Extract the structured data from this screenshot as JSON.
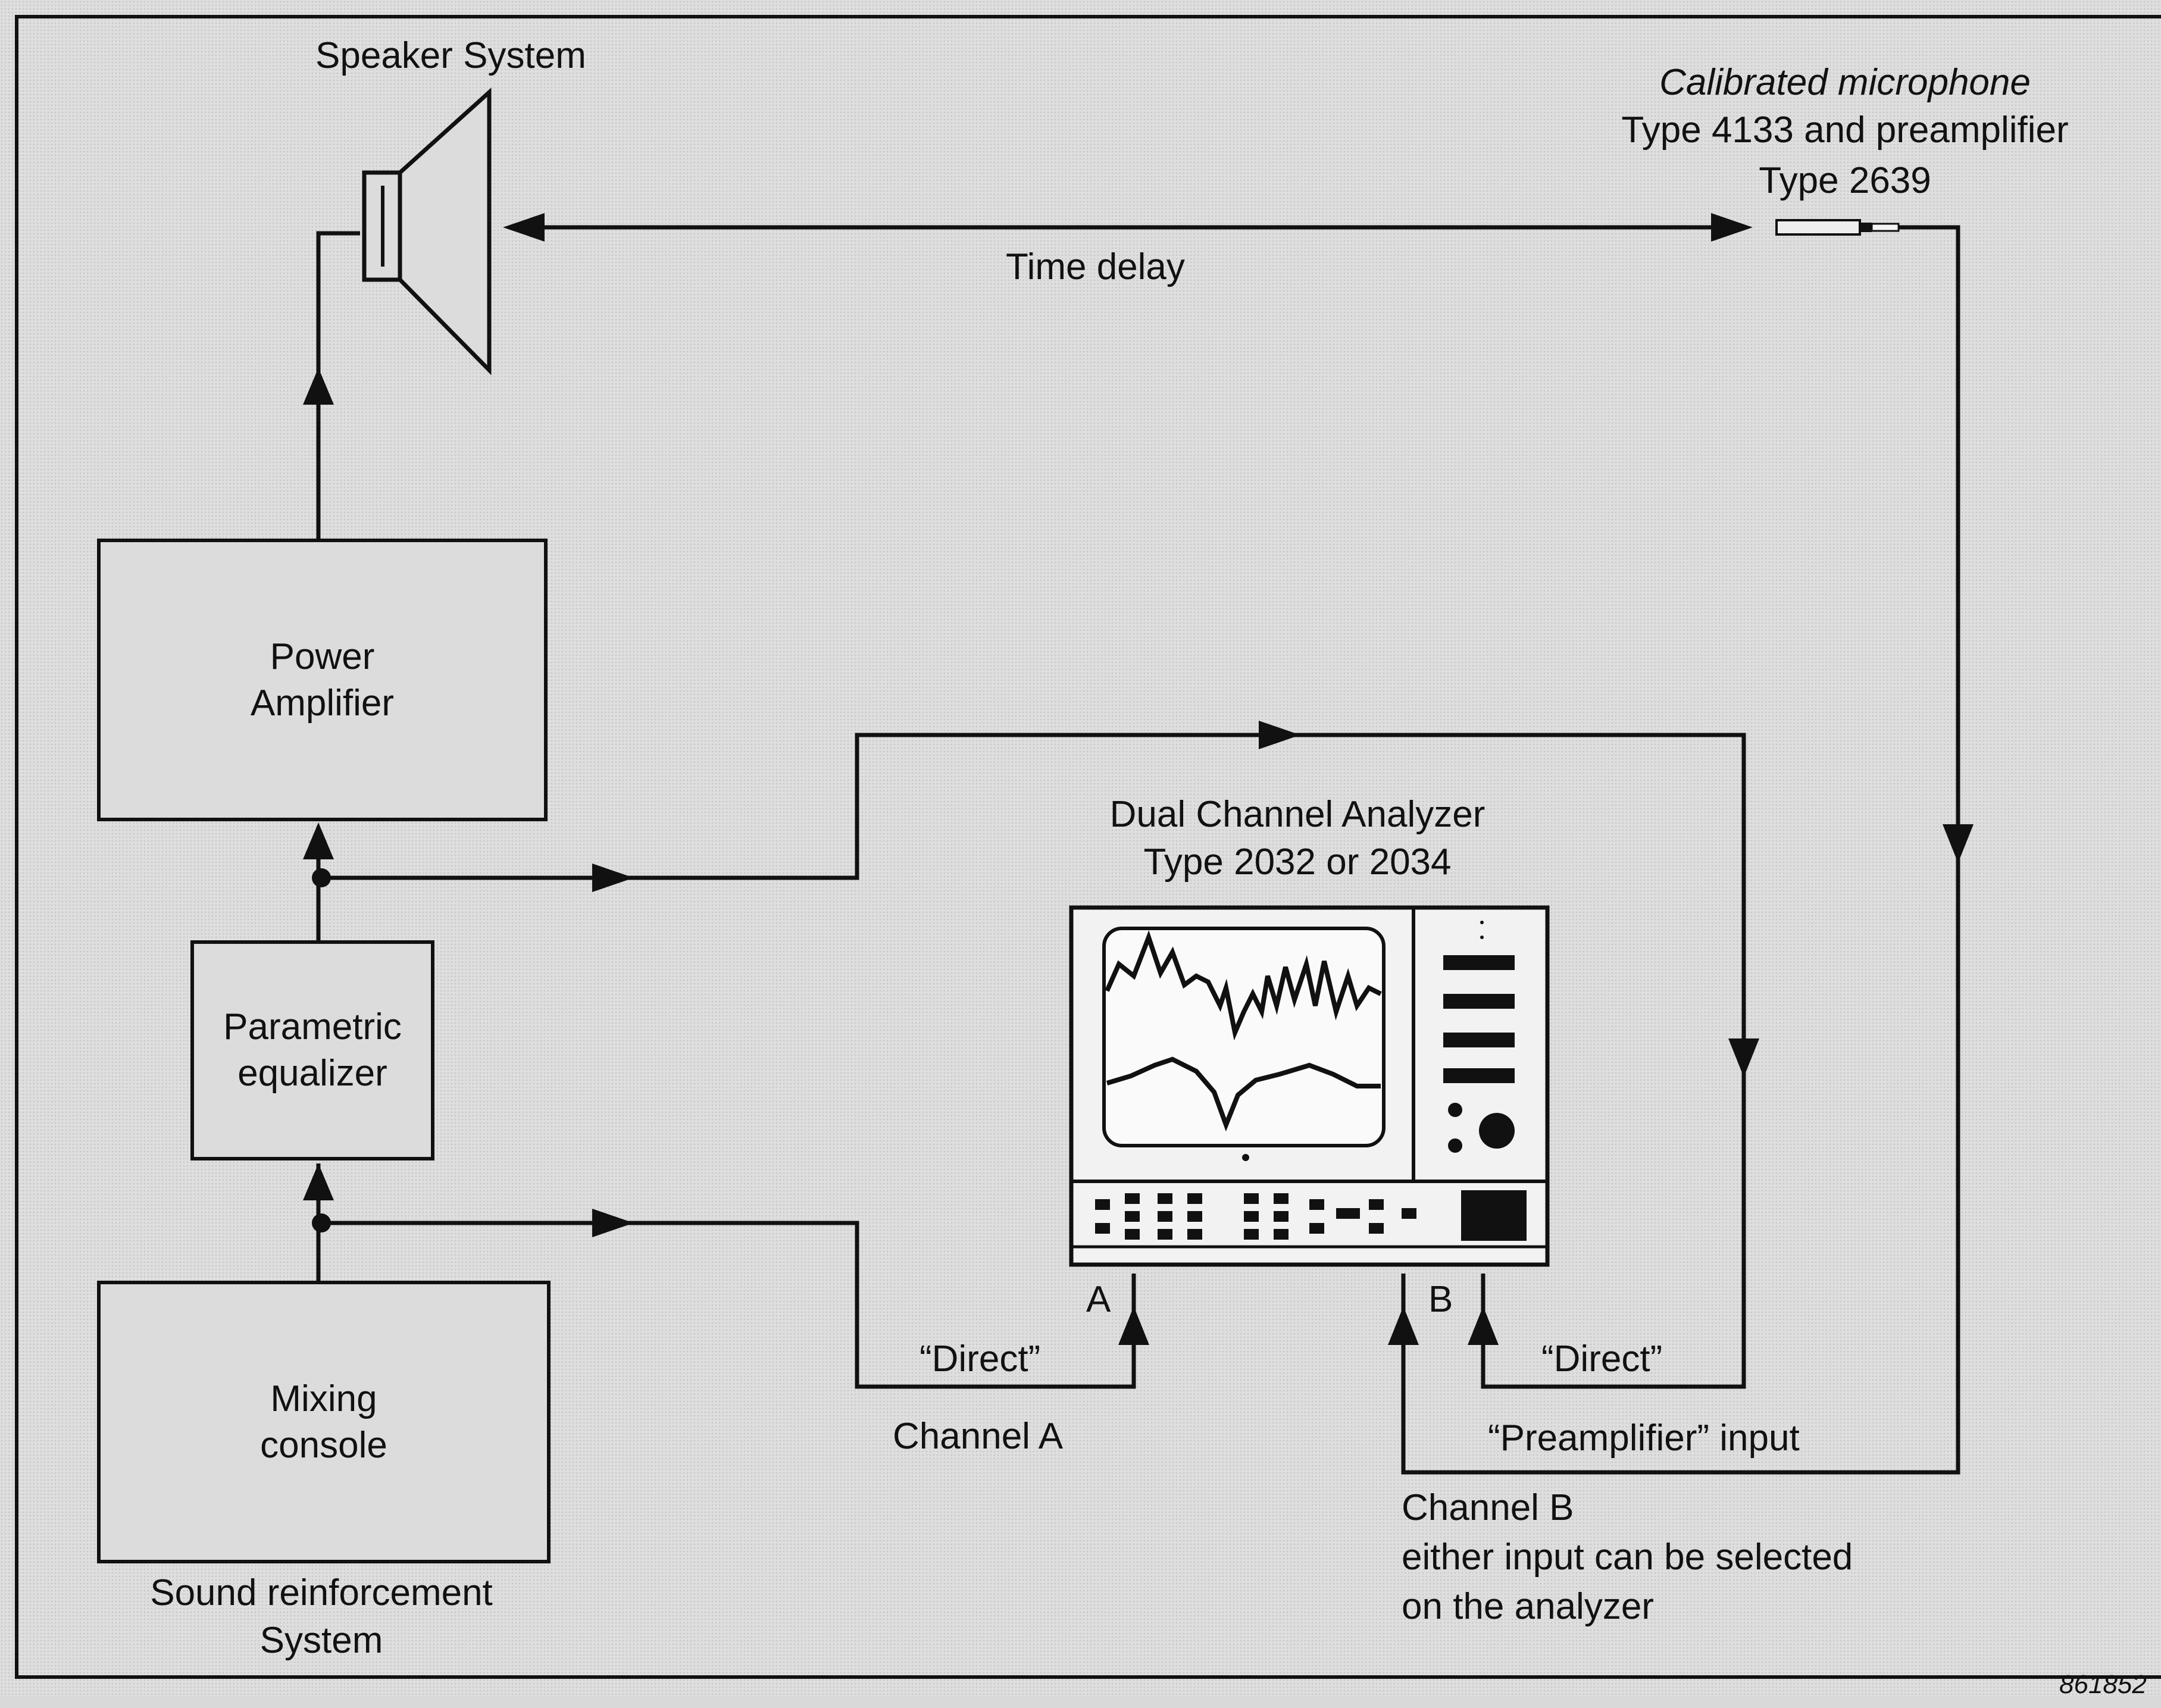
{
  "speaker": {
    "label": "Speaker System"
  },
  "microphone": {
    "line1": "Calibrated microphone",
    "line2": "Type 4133 and preamplifier",
    "line3": "Type 2639"
  },
  "time_delay": "Time delay",
  "blocks": {
    "power_amplifier": "Power\nAmplifier",
    "parametric_equalizer": "Parametric\nequalizer",
    "mixing_console": "Mixing\nconsole"
  },
  "sound_reinforcement": {
    "line1": "Sound reinforcement",
    "line2": "System"
  },
  "analyzer": {
    "line1": "Dual Channel Analyzer",
    "line2": "Type 2032 or 2034"
  },
  "channel_a": {
    "port": "A",
    "direct": "“Direct”",
    "label": "Channel A"
  },
  "channel_b": {
    "port": "B",
    "direct": "“Direct”",
    "preamp": "“Preamplifier” input",
    "line1": "Channel B",
    "line2": "either input can be selected",
    "line3": "on the analyzer"
  },
  "figure_id": "861852"
}
